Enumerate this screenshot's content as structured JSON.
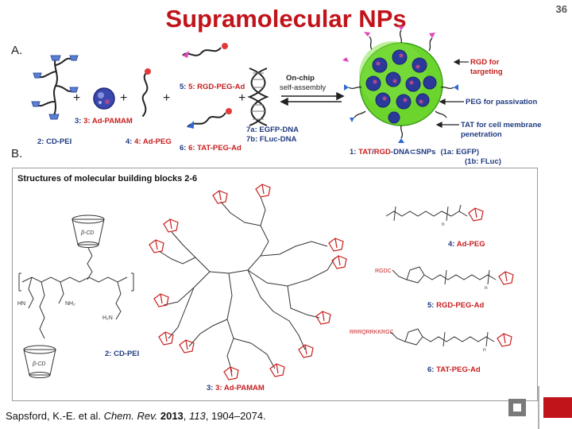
{
  "slide": {
    "title": "Supramolecular NPs",
    "page_number": "36",
    "panel_a": "A.",
    "panel_b": "B."
  },
  "scheme": {
    "labels": {
      "cd_pei": "2: CD-PEI",
      "ad_pamam": "3: Ad-PAMAM",
      "ad_peg": "4: Ad-PEG",
      "rgd_peg_ad": "5: RGD-PEG-Ad",
      "tat_peg_ad": "6: TAT-PEG-Ad",
      "dna_7a": "7a: EGFP-DNA",
      "dna_7b": "7b: FLuc-DNA",
      "onchip_line1": "On-chip",
      "onchip_line2": "self-assembly",
      "plus": "+",
      "rgd_line1": "RGD for",
      "rgd_line2": "targeting",
      "peg": "PEG for passivation",
      "tat_line1": "TAT for cell membrane",
      "tat_line2": "penetration",
      "product_prefix": "1: ",
      "product_tat": "TAT",
      "product_slash": "/",
      "product_rgd": "RGD",
      "product_mid": "-DNA",
      "product_csnps": "⊂SNPs",
      "product_1a": "(1a: EGFP)",
      "product_1b": "(1b: FLuc)"
    },
    "colors": {
      "title_red": "#c0141a",
      "label_blue": "#1f3b80",
      "label_red": "#c81e1e",
      "nanoparticle_green": "#5fd02e",
      "pamam_blue": "#2b3a9a",
      "peg_pink": "#e043b8",
      "tat_blue": "#2f68d8",
      "rgd_orange": "#e8562a"
    }
  },
  "structures": {
    "box_title": "Structures of molecular building blocks 2-6",
    "labels": {
      "cd_pei": "2: CD-PEI",
      "ad_pamam": "3: Ad-PAMAM",
      "ad_peg_num": "4: ",
      "ad_peg": "Ad-PEG",
      "rgd_peg_num": "5: ",
      "rgd_peg": "RGD-PEG-Ad",
      "tat_peg_num": "6: ",
      "tat_peg": "TAT-PEG-Ad",
      "beta_cd": "β-CD",
      "rgd_seq": "RGDC",
      "tat_seq": "RRRQRRKKRGC",
      "nh2": "NH₂",
      "h2n": "H₂N",
      "hn": "HN",
      "n_sub": "n"
    }
  },
  "citation": {
    "authors": "Sapsford, K.-E. et al. ",
    "journal": "Chem. Rev.",
    "year": "2013",
    "volume": "113",
    "pages": ", 1904–2074."
  }
}
